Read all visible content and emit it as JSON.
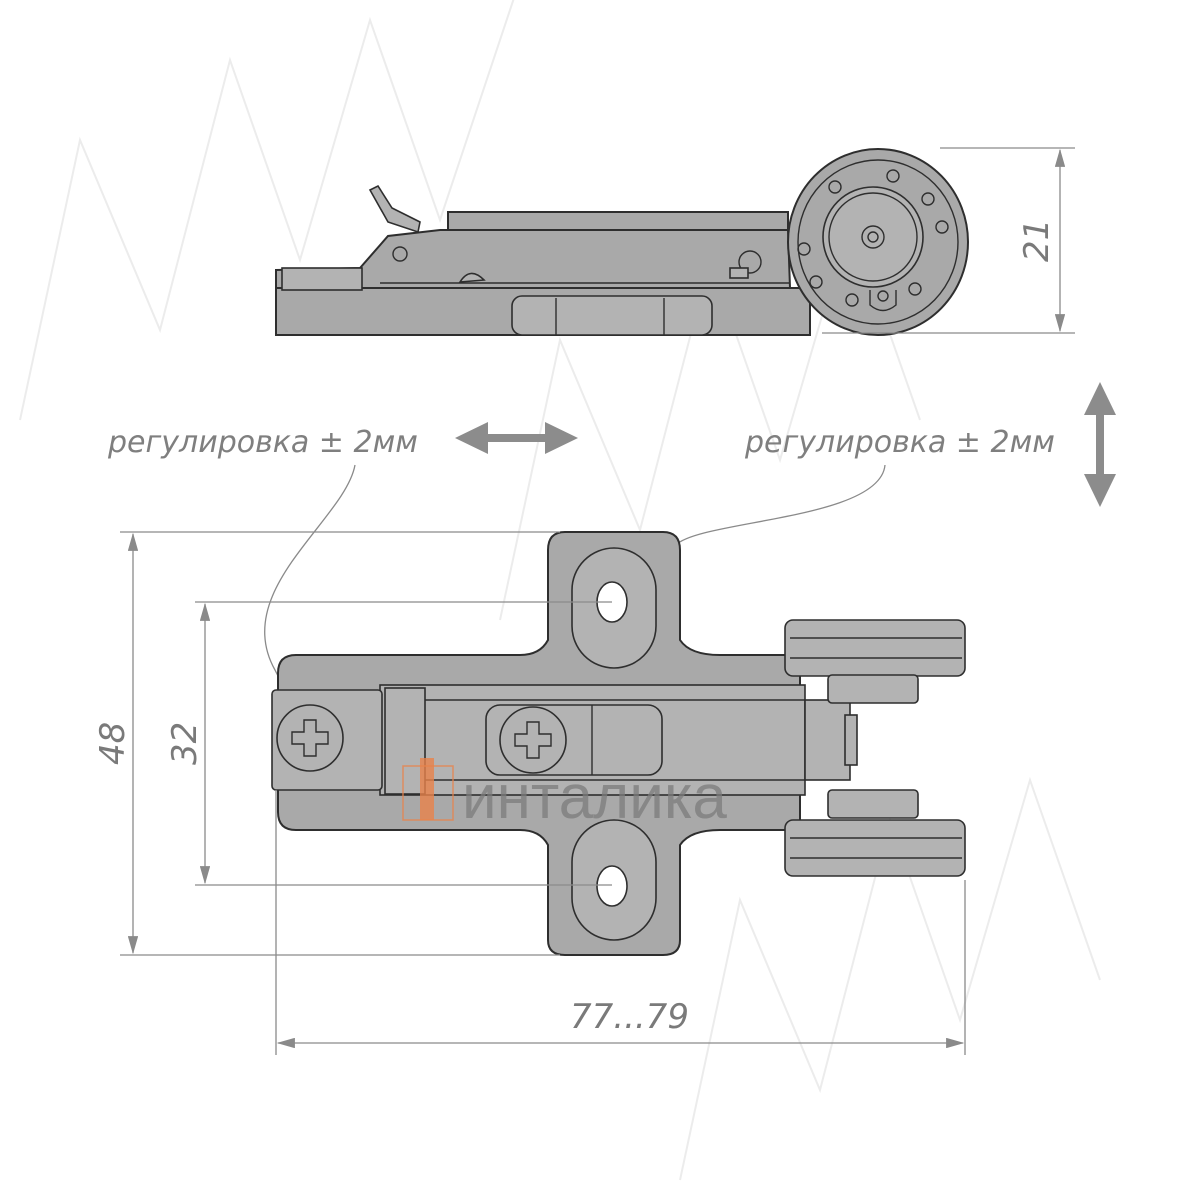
{
  "drawing": {
    "adjustment_label_horizontal": "регулировка ± 2мм",
    "adjustment_label_vertical": "регулировка ± 2мм",
    "dimensions": {
      "height_side": "21",
      "plate_height": "48",
      "hole_spacing": "32",
      "length": "77...79"
    }
  },
  "watermark": {
    "logo_text": "инталика",
    "logo_color": "#e8824a"
  },
  "colors": {
    "part_fill": "#a9a9a9",
    "outline": "#2e2e2e",
    "dimension": "#7a7a7a"
  }
}
